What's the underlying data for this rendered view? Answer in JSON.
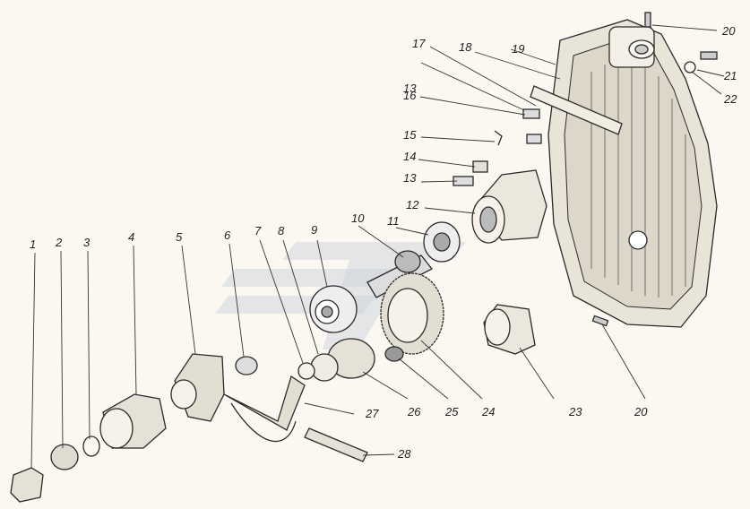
{
  "callouts": [
    {
      "id": "c1",
      "label": "1"
    },
    {
      "id": "c2",
      "label": "2"
    },
    {
      "id": "c3",
      "label": "3"
    },
    {
      "id": "c4",
      "label": "4"
    },
    {
      "id": "c5",
      "label": "5"
    },
    {
      "id": "c6",
      "label": "6"
    },
    {
      "id": "c7",
      "label": "7"
    },
    {
      "id": "c8",
      "label": "8"
    },
    {
      "id": "c9",
      "label": "9"
    },
    {
      "id": "c10",
      "label": "10"
    },
    {
      "id": "c11",
      "label": "11"
    },
    {
      "id": "c12",
      "label": "12"
    },
    {
      "id": "c13a",
      "label": "13"
    },
    {
      "id": "c13b",
      "label": "13"
    },
    {
      "id": "c14",
      "label": "14"
    },
    {
      "id": "c15",
      "label": "15"
    },
    {
      "id": "c16",
      "label": "16"
    },
    {
      "id": "c17",
      "label": "17"
    },
    {
      "id": "c18",
      "label": "18"
    },
    {
      "id": "c19",
      "label": "19"
    },
    {
      "id": "c20a",
      "label": "20"
    },
    {
      "id": "c20b",
      "label": "20"
    },
    {
      "id": "c21",
      "label": "21"
    },
    {
      "id": "c22",
      "label": "22"
    },
    {
      "id": "c23",
      "label": "23"
    },
    {
      "id": "c24",
      "label": "24"
    },
    {
      "id": "c25",
      "label": "25"
    },
    {
      "id": "c26",
      "label": "26"
    },
    {
      "id": "c27",
      "label": "27"
    },
    {
      "id": "c28",
      "label": "28"
    }
  ]
}
